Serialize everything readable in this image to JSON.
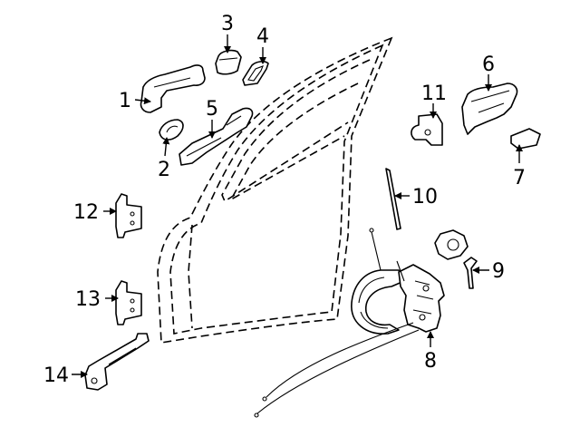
{
  "callouts": [
    {
      "id": "p1",
      "text": "1"
    },
    {
      "id": "p2",
      "text": "2"
    },
    {
      "id": "p3",
      "text": "3"
    },
    {
      "id": "p4",
      "text": "4"
    },
    {
      "id": "p5",
      "text": "5"
    },
    {
      "id": "p6",
      "text": "6"
    },
    {
      "id": "p7",
      "text": "7"
    },
    {
      "id": "p8",
      "text": "8"
    },
    {
      "id": "p9",
      "text": "9"
    },
    {
      "id": "p10",
      "text": "10"
    },
    {
      "id": "p11",
      "text": "11"
    },
    {
      "id": "p12",
      "text": "12"
    },
    {
      "id": "p13",
      "text": "13"
    },
    {
      "id": "p14",
      "text": "14"
    }
  ]
}
